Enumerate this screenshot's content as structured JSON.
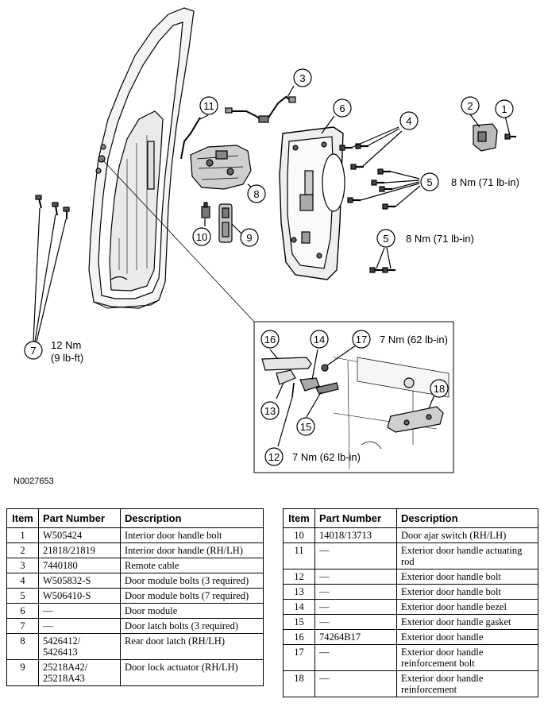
{
  "figure_id": "N0027653",
  "callouts": {
    "c1": "1",
    "c2": "2",
    "c3": "3",
    "c4": "4",
    "c5a": "5",
    "c5b": "5",
    "c6": "6",
    "c7": "7",
    "c8": "8",
    "c9": "9",
    "c10": "10",
    "c11": "11",
    "c12": "12",
    "c13": "13",
    "c14": "14",
    "c15": "15",
    "c16": "16",
    "c17": "17",
    "c18": "18"
  },
  "torques": {
    "t5a": "8 Nm (71 lb-in)",
    "t5b": "8 Nm (71 lb-in)",
    "t7_line1": "12 Nm",
    "t7_line2": "(9 lb-ft)",
    "t17": "7 Nm (62 lb-in)",
    "t12": "7 Nm (62 lb-in)"
  },
  "table_headers": {
    "item": "Item",
    "part_number": "Part Number",
    "description": "Description"
  },
  "parts_left": [
    {
      "item": "1",
      "part": "W505424",
      "desc": "Interior door handle bolt"
    },
    {
      "item": "2",
      "part": "21818/21819",
      "desc": "Interior door handle (RH/LH)"
    },
    {
      "item": "3",
      "part": "7440180",
      "desc": "Remote cable"
    },
    {
      "item": "4",
      "part": "W505832-S",
      "desc": "Door module bolts (3 required)"
    },
    {
      "item": "5",
      "part": "W506410-S",
      "desc": "Door module bolts (7 required)"
    },
    {
      "item": "6",
      "part": "—",
      "desc": "Door module"
    },
    {
      "item": "7",
      "part": "—",
      "desc": "Door latch bolts (3 required)"
    },
    {
      "item": "8",
      "part": "5426412/ 5426413",
      "desc": "Rear door latch (RH/LH)"
    },
    {
      "item": "9",
      "part": "25218A42/ 25218A43",
      "desc": "Door lock actuator (RH/LH)"
    }
  ],
  "parts_right": [
    {
      "item": "10",
      "part": "14018/13713",
      "desc": "Door ajar switch (RH/LH)"
    },
    {
      "item": "11",
      "part": "—",
      "desc": "Exterior door handle actuating rod"
    },
    {
      "item": "12",
      "part": "—",
      "desc": "Exterior door handle bolt"
    },
    {
      "item": "13",
      "part": "—",
      "desc": "Exterior door handle bolt"
    },
    {
      "item": "14",
      "part": "—",
      "desc": "Exterior door handle bezel"
    },
    {
      "item": "15",
      "part": "—",
      "desc": "Exterior door handle gasket"
    },
    {
      "item": "16",
      "part": "74264B17",
      "desc": "Exterior door handle"
    },
    {
      "item": "17",
      "part": "—",
      "desc": "Exterior door handle reinforcement bolt"
    },
    {
      "item": "18",
      "part": "—",
      "desc": "Exterior door handle reinforcement"
    }
  ]
}
